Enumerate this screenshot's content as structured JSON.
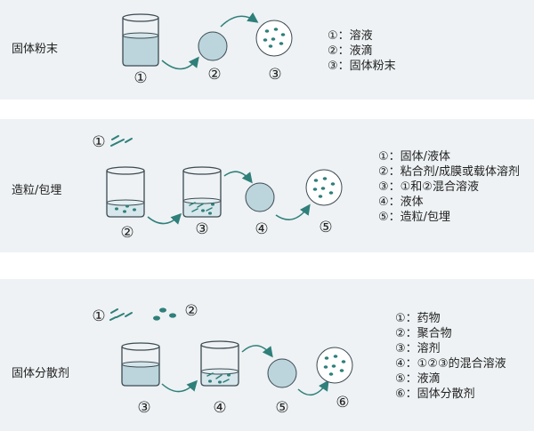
{
  "rows": [
    {
      "label": "固体粉末",
      "step_numbers": [
        "①",
        "②",
        "③"
      ],
      "legend": [
        "①：溶液",
        "②：液滴",
        "③：固体粉末"
      ]
    },
    {
      "label": "造粒/包埋",
      "step_numbers": [
        "①",
        "②",
        "③",
        "④",
        "⑤"
      ],
      "legend": [
        "①：固体/液体",
        "②：粘合剂/成膜或载体溶剂",
        "③：①和②混合溶液",
        "④：液体",
        "⑤：造粒/包埋"
      ]
    },
    {
      "label": "固体分散剂",
      "step_numbers": [
        "①",
        "②",
        "③",
        "④",
        "⑤",
        "⑥"
      ],
      "legend": [
        "①：药物",
        "②：聚合物",
        "③：溶剂",
        "④：①②③的混合溶液",
        "⑤：液滴",
        "⑥：固体分散剂"
      ]
    }
  ],
  "colors": {
    "panel_bg": "#eef2f4",
    "liquid": "#bcd5dd",
    "beaker_stroke": "#3c4a52",
    "particle": "#2f7f7a",
    "arrow": "#2f7f7a"
  }
}
